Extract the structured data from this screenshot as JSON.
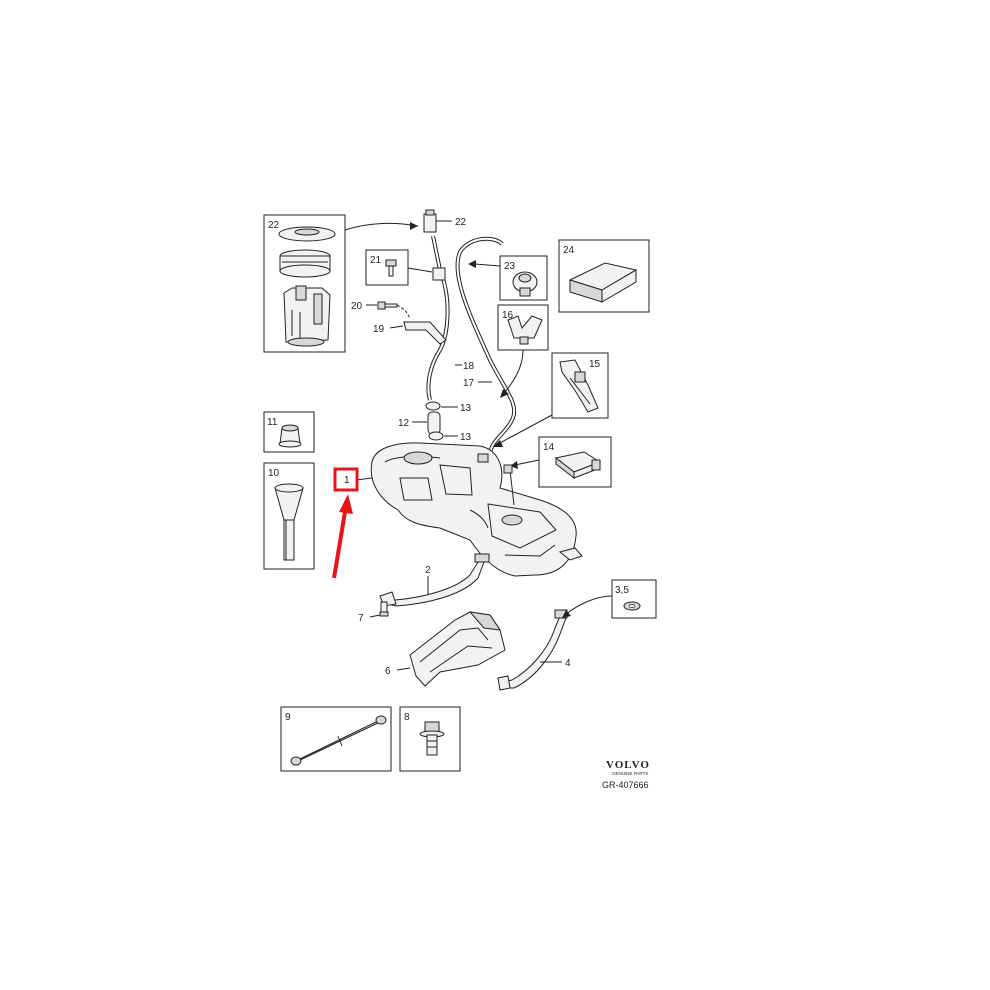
{
  "callouts": {
    "c1": "1",
    "c2": "2",
    "c35": "3,5",
    "c4": "4",
    "c6": "6",
    "c7": "7",
    "c8": "8",
    "c9": "9",
    "c10": "10",
    "c11": "11",
    "c12": "12",
    "c13a": "13",
    "c13b": "13",
    "c14": "14",
    "c15": "15",
    "c16": "16",
    "c17": "17",
    "c18": "18",
    "c19": "19",
    "c20": "20",
    "c21": "21",
    "c22a": "22",
    "c22b": "22",
    "c23": "23",
    "c24": "24"
  },
  "brand": {
    "name": "VOLVO",
    "tagline": "GENUINE PARTS",
    "reference": "GR-407666"
  },
  "highlight_color": "#e8141c"
}
